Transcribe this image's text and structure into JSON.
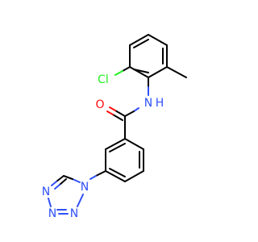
{
  "colors": {
    "bond": "#000000",
    "O": "#ff0d0d",
    "N": "#3050f8",
    "Cl": "#1ff01f",
    "background": "#ffffff"
  },
  "atom_labels": {
    "chlorine": "Cl",
    "amide_oxygen": "O",
    "amide_nitrogen": "N",
    "amide_hydrogen": "H",
    "tetrazole_n1": "N",
    "tetrazole_n2": "N",
    "tetrazole_n3": "N",
    "tetrazole_n4": "N"
  }
}
